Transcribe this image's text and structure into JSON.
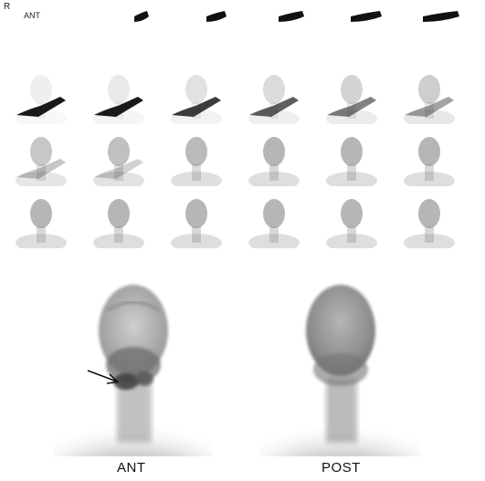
{
  "corner": {
    "side_marker": "R",
    "view": "ANT"
  },
  "dynamic_grid": {
    "rows": 4,
    "columns": 6
  },
  "static_views": {
    "anterior_label": "ANT",
    "posterior_label": "POST"
  },
  "icons": [
    "arrow-icon"
  ]
}
